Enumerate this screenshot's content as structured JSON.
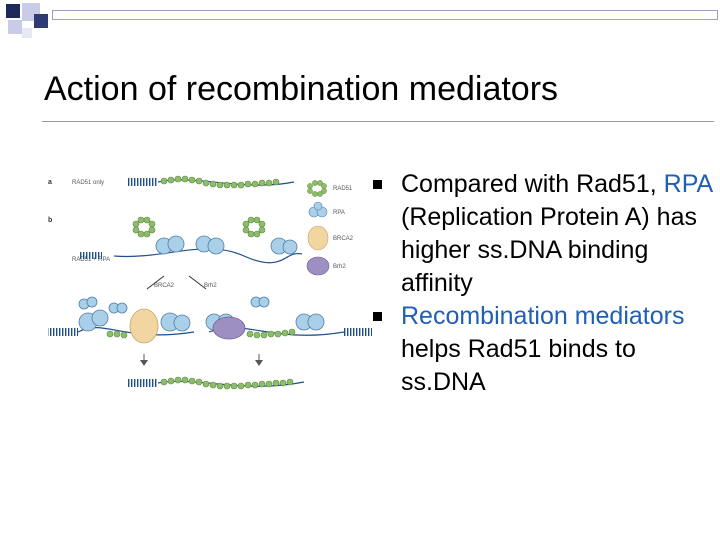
{
  "slide": {
    "title": "Action of recombination mediators"
  },
  "bullets": [
    {
      "highlight_1": "",
      "text_1": "Compared with Rad51,",
      "highlight_2": "RPA",
      "text_2": "(Replication Protein A) has higher ss.DNA binding affinity"
    },
    {
      "highlight_1": "Recombination mediators",
      "text_1": "helps Rad51 binds to ss.DNA",
      "highlight_2": "",
      "text_2": ""
    }
  ],
  "figure": {
    "panel_a": "a",
    "panel_b": "b",
    "label_rad51_only": "RAD51 only",
    "label_rad51_rpa": "RAD51 + RPA",
    "label_brca2": "BRCA2",
    "label_brh2": "Brh2",
    "legend": [
      "RAD51",
      "RPA",
      "BRCA2",
      "Brh2"
    ]
  },
  "colors": {
    "dna_blue": "#1f4f8a",
    "rad51_green": "#8dbd68",
    "rpa_blue": "#a9cfe9",
    "brca2": "#f2d6a2",
    "brh2": "#9e8fc2",
    "link_blue": "#1f5fb4"
  }
}
